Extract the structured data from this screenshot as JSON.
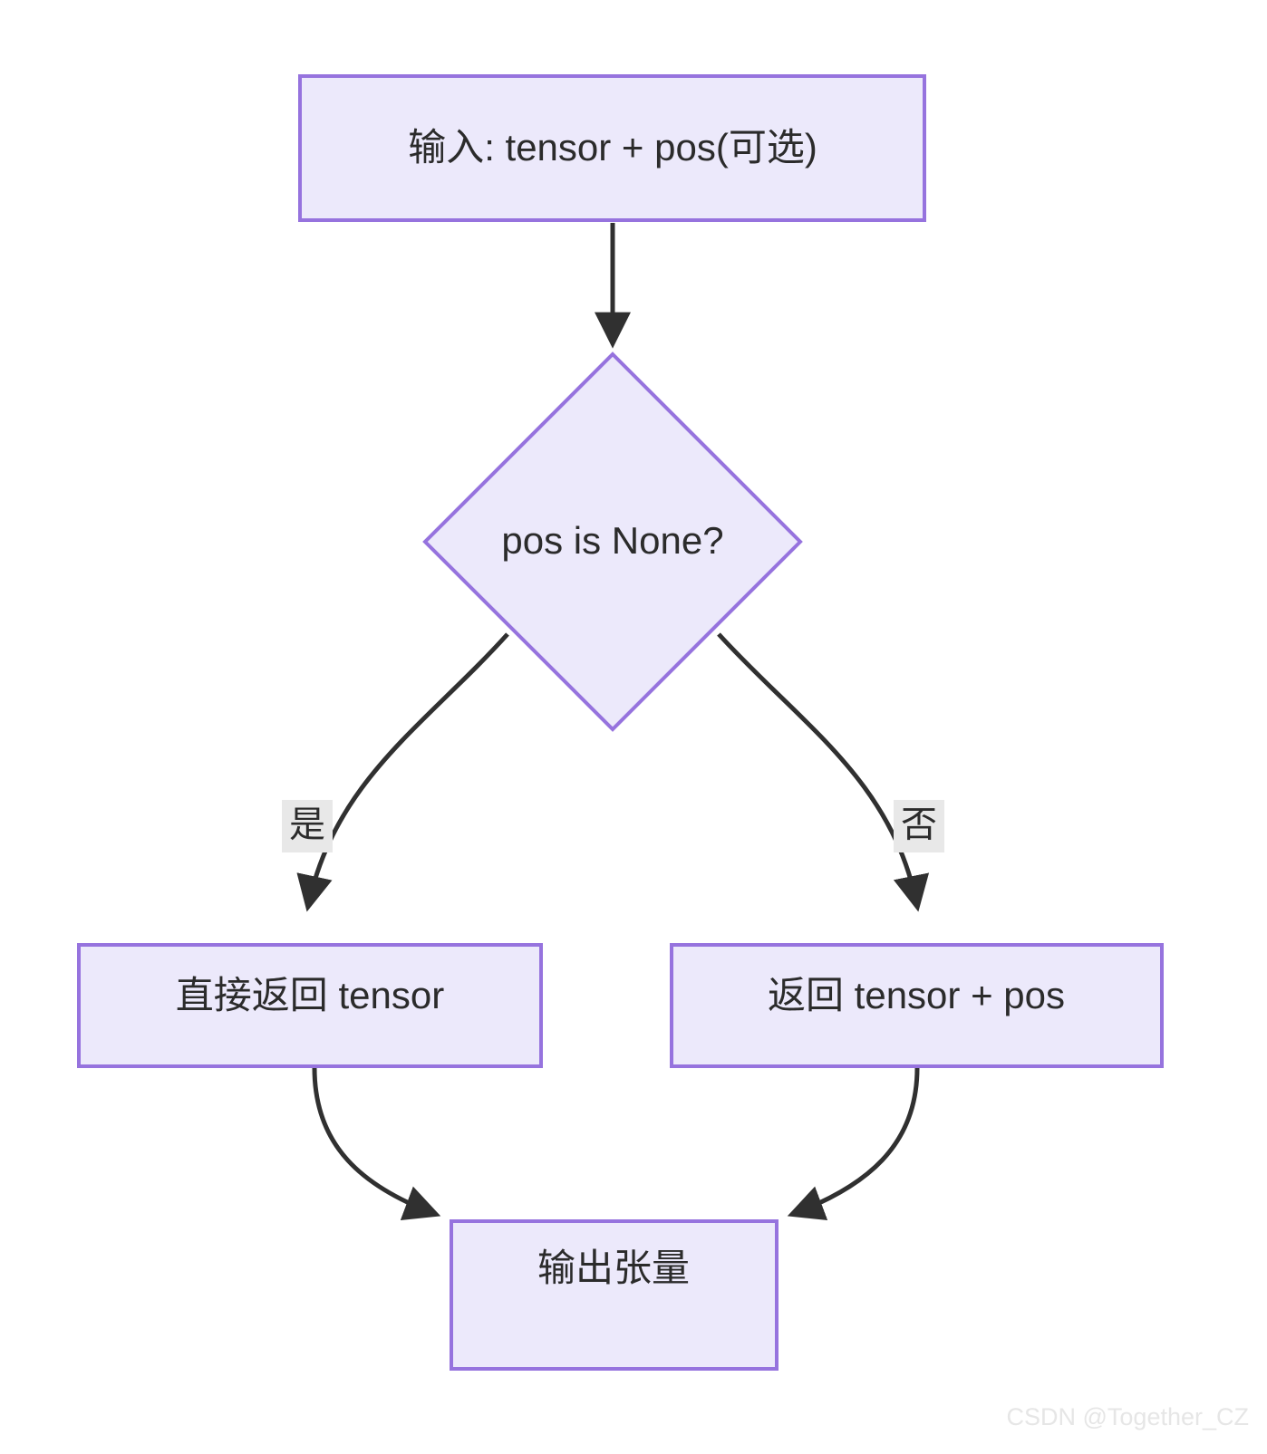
{
  "diagram": {
    "type": "flowchart",
    "direction": "top-down",
    "theme": {
      "node_fill": "#ece9fb",
      "node_border": "#9673de",
      "edge_color": "#303030",
      "text_color": "#2b2b2b",
      "edge_label_bg": "#e8e8e8",
      "background": "#ffffff"
    },
    "nodes": [
      {
        "id": "input",
        "shape": "rect",
        "label": "输入: tensor + pos(可选)"
      },
      {
        "id": "decision",
        "shape": "diamond",
        "label": "pos is None?"
      },
      {
        "id": "return_tensor",
        "shape": "rect",
        "label": "直接返回 tensor"
      },
      {
        "id": "return_tensor_pos",
        "shape": "rect",
        "label": "返回 tensor + pos"
      },
      {
        "id": "output",
        "shape": "rect",
        "label": "输出张量"
      }
    ],
    "edges": [
      {
        "from": "input",
        "to": "decision",
        "label": ""
      },
      {
        "from": "decision",
        "to": "return_tensor",
        "label": "是"
      },
      {
        "from": "decision",
        "to": "return_tensor_pos",
        "label": "否"
      },
      {
        "from": "return_tensor",
        "to": "output",
        "label": ""
      },
      {
        "from": "return_tensor_pos",
        "to": "output",
        "label": ""
      }
    ]
  },
  "watermark": {
    "text": "CSDN @Together_CZ"
  }
}
